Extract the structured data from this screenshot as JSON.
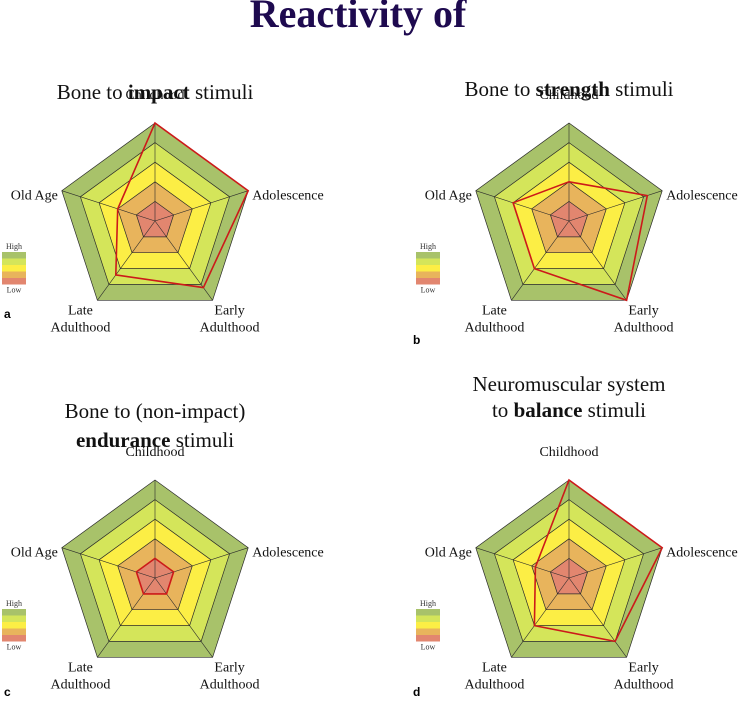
{
  "main_title": "Reactivity of",
  "axes": [
    "Childhood",
    "Adolescence",
    "Early Adulthood",
    "Late Adulthood",
    "Old Age"
  ],
  "axis_label_lines": [
    [
      "Childhood"
    ],
    [
      "Adolescence"
    ],
    [
      "Early",
      "Adulthood"
    ],
    [
      "Late",
      "Adulthood"
    ],
    [
      "Old Age"
    ]
  ],
  "scale_levels": 5,
  "legend": {
    "high": "High",
    "low": "Low"
  },
  "colors": {
    "rings": [
      "#a8c26a",
      "#d4e55a",
      "#fcee45",
      "#e8b45c",
      "#e2866f"
    ],
    "series_line": "#cc1a1a",
    "title": "#1e0a4f"
  },
  "chart_data": [
    {
      "type": "radar",
      "letter": "a",
      "title_parts": [
        [
          {
            "t": "Bone to ",
            "b": false
          },
          {
            "t": "impact",
            "b": true
          },
          {
            "t": " stimuli",
            "b": false
          }
        ]
      ],
      "categories": [
        "Childhood",
        "Adolescence",
        "Early Adulthood",
        "Late Adulthood",
        "Old Age"
      ],
      "values": [
        5,
        5,
        4.2,
        3.4,
        2
      ],
      "range": [
        0,
        5
      ]
    },
    {
      "type": "radar",
      "letter": "b",
      "title_parts": [
        [
          {
            "t": "Bone to ",
            "b": false
          },
          {
            "t": "strength",
            "b": true
          },
          {
            "t": " stimuli",
            "b": false
          }
        ]
      ],
      "categories": [
        "Childhood",
        "Adolescence",
        "Early Adulthood",
        "Late Adulthood",
        "Old Age"
      ],
      "values": [
        2,
        4.2,
        5,
        3,
        3
      ],
      "range": [
        0,
        5
      ]
    },
    {
      "type": "radar",
      "letter": "c",
      "title_parts": [
        [
          {
            "t": "Bone to (non-impact)",
            "b": false
          }
        ],
        [
          {
            "t": "endurance",
            "b": true
          },
          {
            "t": " stimuli",
            "b": false
          }
        ]
      ],
      "categories": [
        "Childhood",
        "Adolescence",
        "Early Adulthood",
        "Late Adulthood",
        "Old Age"
      ],
      "values": [
        1,
        1,
        1,
        1,
        1
      ],
      "range": [
        0,
        5
      ]
    },
    {
      "type": "radar",
      "letter": "d",
      "title_parts": [
        [
          {
            "t": "Neuromuscular system",
            "b": false
          }
        ],
        [
          {
            "t": "to ",
            "b": false
          },
          {
            "t": "balance",
            "b": true
          },
          {
            "t": " stimuli",
            "b": false
          }
        ]
      ],
      "categories": [
        "Childhood",
        "Adolescence",
        "Early Adulthood",
        "Late Adulthood",
        "Old Age"
      ],
      "values": [
        5,
        5,
        4,
        3,
        1.8
      ],
      "range": [
        0,
        5
      ]
    }
  ]
}
